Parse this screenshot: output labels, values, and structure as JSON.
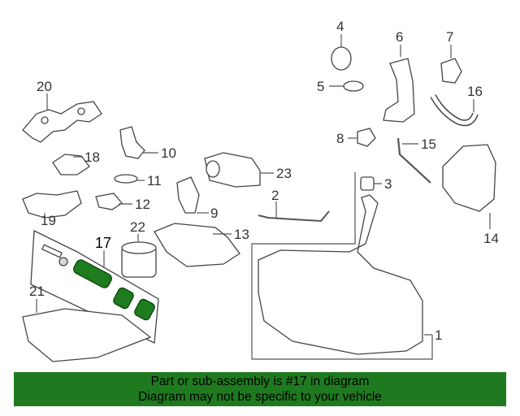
{
  "callouts": {
    "c1": "1",
    "c2": "2",
    "c3": "3",
    "c4": "4",
    "c5": "5",
    "c6": "6",
    "c7": "7",
    "c8": "8",
    "c9": "9",
    "c10": "10",
    "c11": "11",
    "c12": "12",
    "c13": "13",
    "c14": "14",
    "c15": "15",
    "c16": "16",
    "c17": "17",
    "c18": "18",
    "c19": "19",
    "c20": "20",
    "c21": "21",
    "c22": "22",
    "c23": "23"
  },
  "banner": {
    "line1": "Part or sub-assembly is #17 in diagram",
    "line2": "Diagram may not be specific to your vehicle"
  },
  "colors": {
    "highlight": "#1e7b1e",
    "banner_bg": "#1f7a1f"
  }
}
